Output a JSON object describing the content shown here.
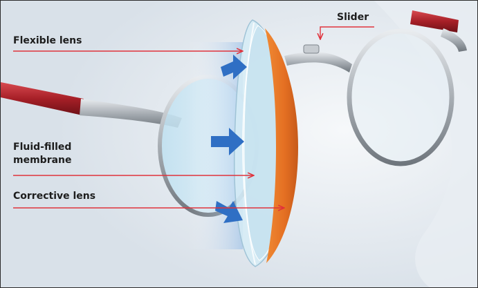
{
  "labels": {
    "flexible_lens": "Flexible lens",
    "fluid_filled_line1": "Fluid-filled",
    "fluid_filled_line2": "membrane",
    "corrective_lens": "Corrective lens",
    "slider": "Slider"
  },
  "colors": {
    "background": "#e6ebf0",
    "frame_metal": "#a9afb5",
    "temple_red": "#b3262f",
    "orange_lens": "#e8762a",
    "lens_glass": "#cfe6f2",
    "arrow_blue": "#2f6fc4",
    "pointer_line": "#e0323b",
    "label_text": "#1d1d1d"
  },
  "icons": [
    "flow-arrow-icon",
    "pointer-arrow-icon"
  ]
}
